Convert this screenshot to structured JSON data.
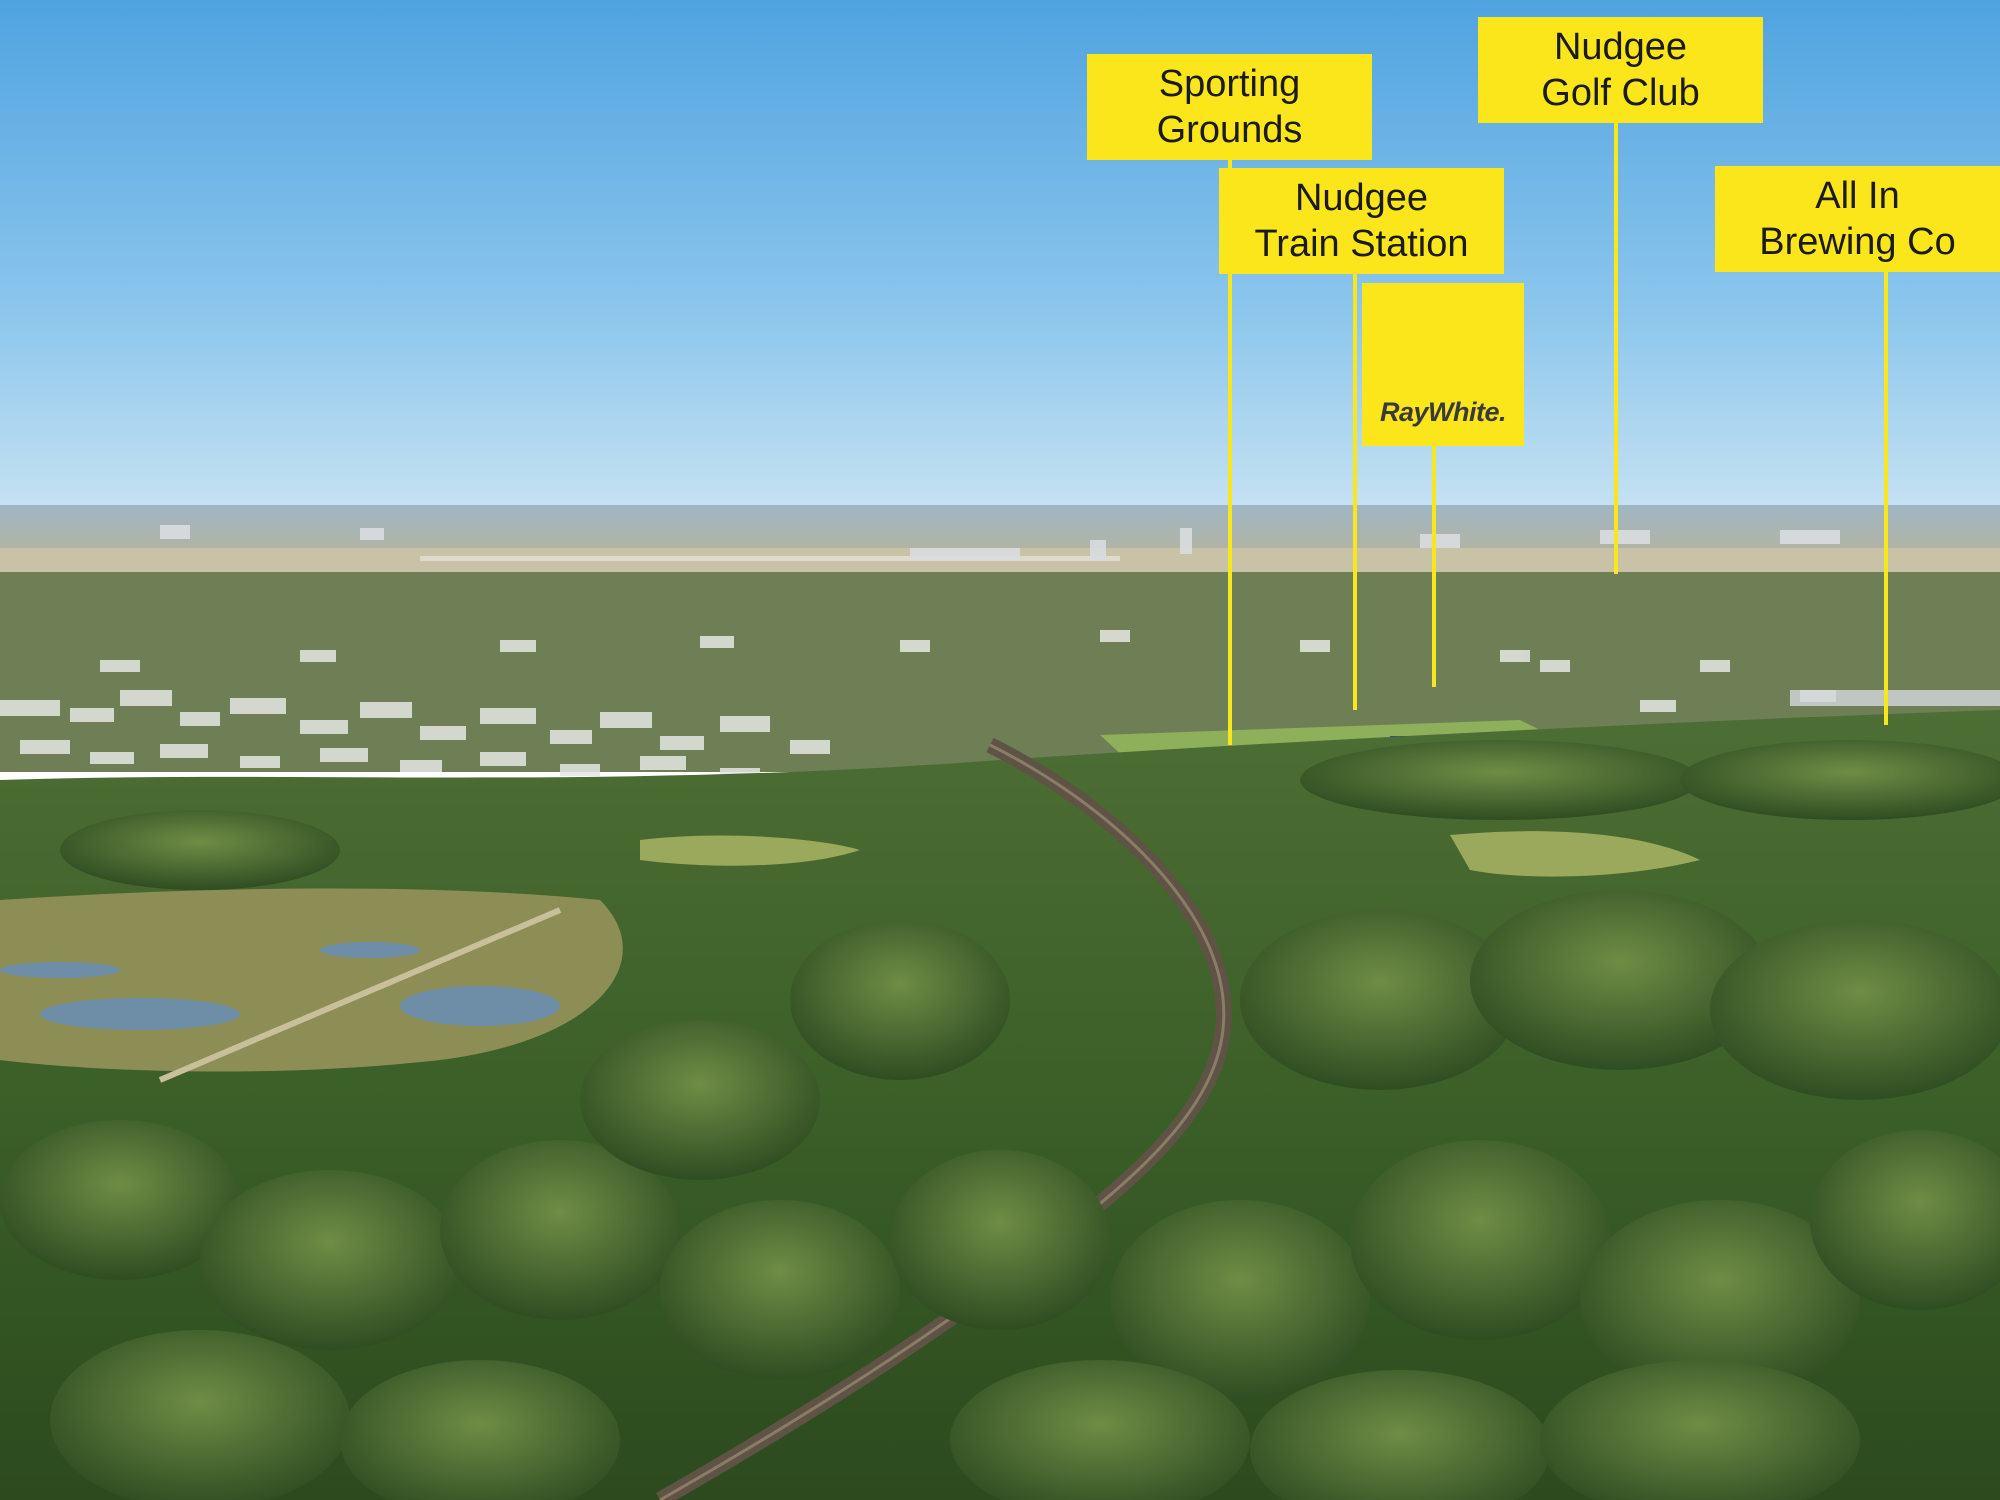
{
  "labels": {
    "sporting": {
      "line1": "Sporting",
      "line2": "Grounds"
    },
    "train": {
      "line1": "Nudgee",
      "line2": "Train Station"
    },
    "golf": {
      "line1": "Nudgee",
      "line2": "Golf Club"
    },
    "brewing": {
      "line1": "All In",
      "line2": "Brewing Co"
    }
  },
  "logo": {
    "text": "RayWhite."
  },
  "colors": {
    "label_yellow": "#fbe61c",
    "sky_top": "#4fa3e0",
    "forest": "#3b5f28"
  }
}
